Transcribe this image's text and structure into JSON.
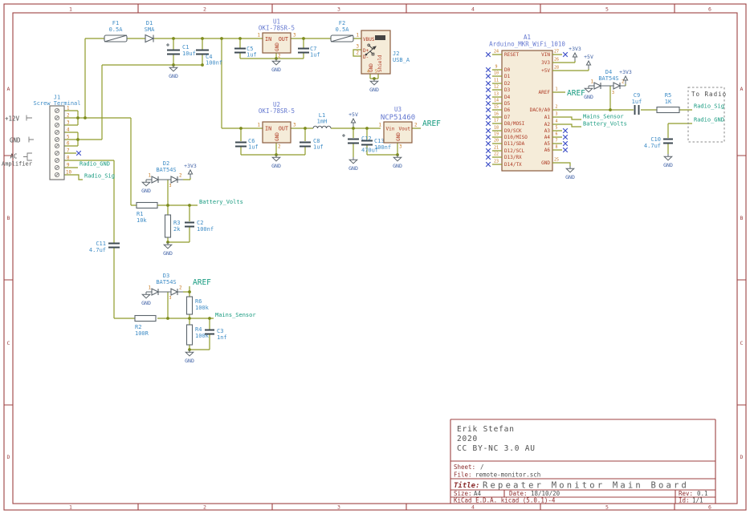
{
  "frame": {
    "cols": [
      "1",
      "2",
      "3",
      "4",
      "5",
      "6"
    ],
    "rows": [
      "A",
      "B",
      "C",
      "D"
    ]
  },
  "title_block": {
    "author": "Erik Stefan",
    "year": "2020",
    "license": "CC BY-NC 3.0 AU",
    "sheet_label": "Sheet:",
    "sheet_value": "/",
    "file_label": "File:",
    "file_value": "remote-monitor.sch",
    "title_label": "Title:",
    "title_value": "Repeater Monitor Main Board",
    "size_label": "Size:",
    "size_value": "A4",
    "date_label": "Date:",
    "date_value": "18/10/20",
    "rev_label": "Rev:",
    "rev_value": "0.1",
    "tool": "KiCad E.D.A.  kicad (5.0.1)-4",
    "id_label": "Id:",
    "id_value": "1/1"
  },
  "power": {
    "gnd": "GND",
    "p3v3": "+3V3",
    "p5v": "+5V"
  },
  "nets": {
    "aref": "AREF",
    "battery": "Battery_Volts",
    "mains": "Mains_Sensor",
    "radio_sig": "Radio_Sig",
    "radio_gnd": "Radio_GND"
  },
  "annotations": {
    "p12v": "+12V",
    "gnd": "GND",
    "ac1": "AC",
    "ac2": "Amplifier",
    "to_radio": "To Radio",
    "plus": "+"
  },
  "components": {
    "f1": {
      "ref": "F1",
      "value": "0.5A"
    },
    "d1": {
      "ref": "D1",
      "value": "SMA"
    },
    "c1": {
      "ref": "C1",
      "value": "10uf"
    },
    "c4": {
      "ref": "C4",
      "value": "100nf"
    },
    "u1": {
      "ref": "U1",
      "value": "OKI-78SR-5",
      "pin_in": "IN",
      "pin_out": "OUT",
      "pin_gnd": "GND",
      "n_in": "1",
      "n_out": "3",
      "n_gnd": "2"
    },
    "c5": {
      "ref": "C5",
      "value": "1uf"
    },
    "c7": {
      "ref": "C7",
      "value": "1uf"
    },
    "f2": {
      "ref": "F2",
      "value": "0.5A"
    },
    "j2": {
      "ref": "J2",
      "value": "USB_A",
      "pin_vbus": "VBUS",
      "pin_dp": "D+",
      "pin_dm": "D-",
      "pin_gnd": "GND",
      "pin_shield": "Shield",
      "n_vbus": "1",
      "n_dp": "3",
      "n_dm": "2",
      "n_gnd": "4",
      "n_shield": "5"
    },
    "u2": {
      "ref": "U2",
      "value": "OKI-78SR-5",
      "pin_in": "IN",
      "pin_out": "OUT",
      "pin_gnd": "GND",
      "n_in": "1",
      "n_out": "3",
      "n_gnd": "2"
    },
    "c6": {
      "ref": "C6",
      "value": "1uf"
    },
    "c8": {
      "ref": "C8",
      "value": "1uf"
    },
    "l1": {
      "ref": "L1",
      "value": "1mH"
    },
    "c12": {
      "ref": "C12",
      "value": "470uf"
    },
    "u3": {
      "ref": "U3",
      "value": "NCP51460",
      "pin_vin": "Vin",
      "pin_vout": "Vout",
      "pin_gnd": "GND",
      "n_vin": "1",
      "n_vout": "2",
      "n_gnd": "3"
    },
    "c13": {
      "ref": "C13",
      "value": "100nf"
    },
    "j1": {
      "ref": "J1",
      "value": "Screw Terminal",
      "pins": [
        "1",
        "2",
        "3",
        "4",
        "5",
        "6",
        "7",
        "8",
        "9",
        "10"
      ]
    },
    "d2": {
      "ref": "D2",
      "value": "BAT54S",
      "n1": "1",
      "n2": "2",
      "n3": "3"
    },
    "r1": {
      "ref": "R1",
      "value": "10k"
    },
    "r3": {
      "ref": "R3",
      "value": "2k"
    },
    "c2": {
      "ref": "C2",
      "value": "100nf"
    },
    "c11": {
      "ref": "C11",
      "value": "4.7uf"
    },
    "d3": {
      "ref": "D3",
      "value": "BAT54S",
      "n1": "1",
      "n2": "2",
      "n3": "3"
    },
    "r6": {
      "ref": "R6",
      "value": "100k"
    },
    "r2": {
      "ref": "R2",
      "value": "100R"
    },
    "r4": {
      "ref": "R4",
      "value": "100k"
    },
    "c3": {
      "ref": "C3",
      "value": "1nf"
    },
    "d4": {
      "ref": "D4",
      "value": "BAT54S",
      "n1": "1",
      "n2": "2",
      "n3": "3"
    },
    "c9": {
      "ref": "C9",
      "value": "1uf"
    },
    "r5": {
      "ref": "R5",
      "value": "1K"
    },
    "c10": {
      "ref": "C10",
      "value": "4.7uf"
    },
    "a1": {
      "ref": "A1",
      "value": "Arduino_MKR_WiFi_1010",
      "left_pins": [
        {
          "num": "24",
          "name": "RESET"
        },
        {
          "num": "9",
          "name": "D0"
        },
        {
          "num": "10",
          "name": "D1"
        },
        {
          "num": "11",
          "name": "D2"
        },
        {
          "num": "12",
          "name": "D3"
        },
        {
          "num": "13",
          "name": "D4"
        },
        {
          "num": "14",
          "name": "D5"
        },
        {
          "num": "15",
          "name": "D6"
        },
        {
          "num": "16",
          "name": "D7"
        },
        {
          "num": "17",
          "name": "D8/MOSI"
        },
        {
          "num": "18",
          "name": "D9/SCK"
        },
        {
          "num": "19",
          "name": "D10/MISO"
        },
        {
          "num": "20",
          "name": "D11/SDA"
        },
        {
          "num": "21",
          "name": "D12/SCL"
        },
        {
          "num": "22",
          "name": "D13/RX"
        },
        {
          "num": "23",
          "name": "D14/TX"
        }
      ],
      "right_pins": [
        {
          "num": "27",
          "name": "VIN"
        },
        {
          "num": "26",
          "name": "3V3"
        },
        {
          "num": "28",
          "name": "+5V"
        },
        {
          "num": "1",
          "name": "AREF"
        },
        {
          "num": "2",
          "name": "DAC0/A0"
        },
        {
          "num": "3",
          "name": "A1"
        },
        {
          "num": "4",
          "name": "A2"
        },
        {
          "num": "5",
          "name": "A3"
        },
        {
          "num": "6",
          "name": "A4"
        },
        {
          "num": "7",
          "name": "A5"
        },
        {
          "num": "8",
          "name": "A6"
        },
        {
          "num": "25",
          "name": "GND"
        }
      ]
    }
  },
  "colors": {
    "wire": "#8f9b2a",
    "frame": "#9d4242",
    "ic_fill": "#f5ecd9",
    "ic_border": "#8a5c3e",
    "pin_name": "#ae3a24",
    "pin_number": "#c4761c",
    "field_blue": "#3e8cc6",
    "ic_blue": "#6478d0",
    "net_teal": "#169a7f",
    "power_blue": "#3d5fa5"
  }
}
